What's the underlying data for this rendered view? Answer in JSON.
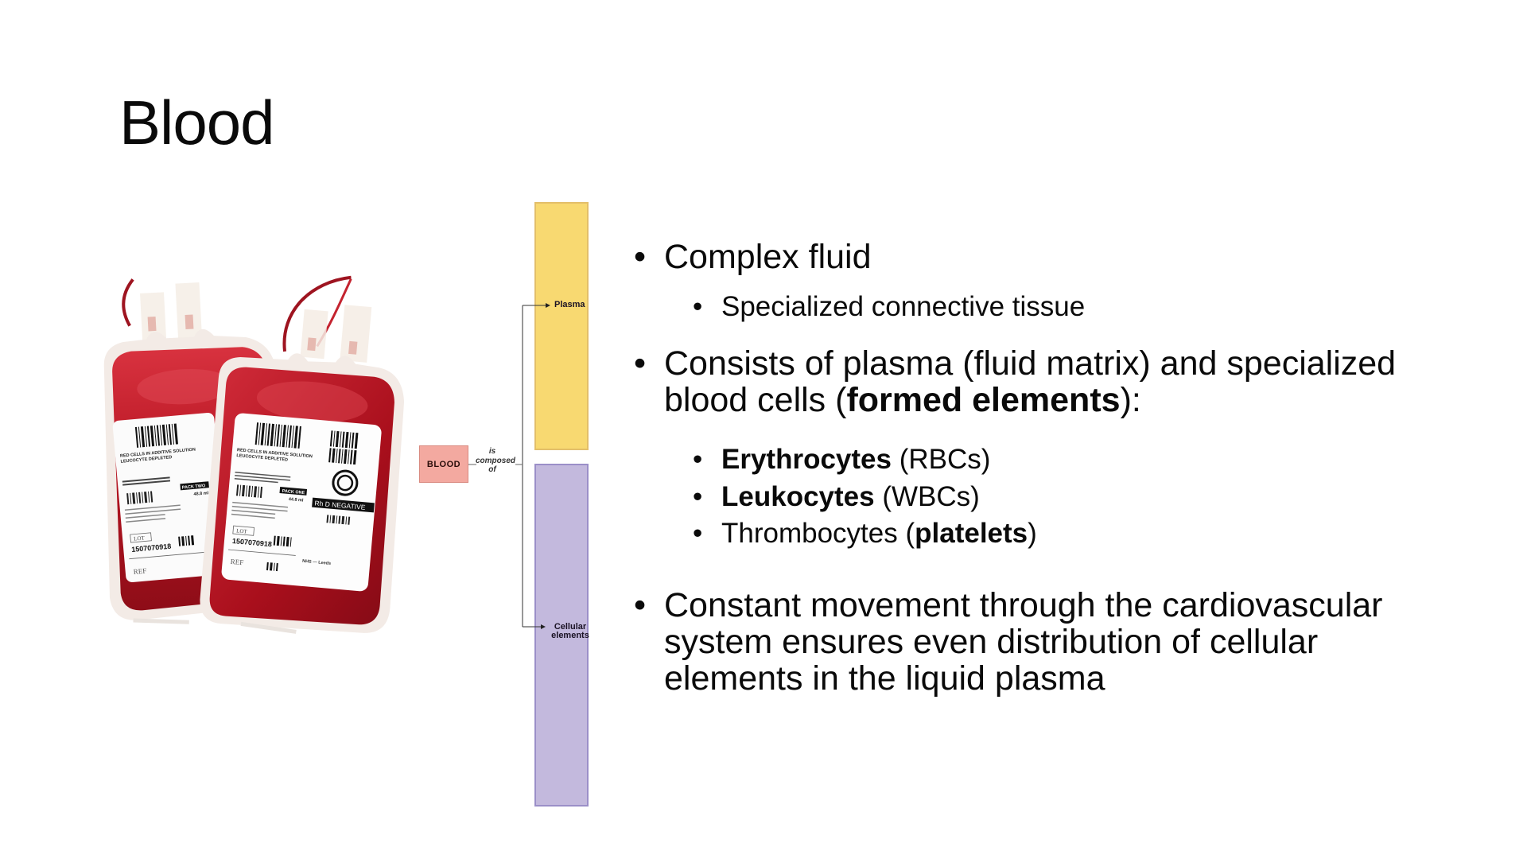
{
  "slide": {
    "title": "Blood",
    "bullets": {
      "complex_fluid": "Complex fluid",
      "specialized_tissue": "Specialized connective tissue",
      "consists_part1": "Consists of plasma (fluid matrix) and specialized blood cells (",
      "consists_bold": "formed elements",
      "consists_part2": "):",
      "erythrocytes_bold": "Erythrocytes",
      "erythrocytes_rest": " (RBCs)",
      "leukocytes_bold": "Leukocytes",
      "leukocytes_rest": " (WBCs)",
      "thrombocytes_text": "Thrombocytes (",
      "thrombocytes_bold": "platelets",
      "thrombocytes_close": ")",
      "constant_movement": "Constant movement through the cardiovascular system ensures even distribution of cellular elements in the liquid plasma"
    },
    "bullet_glyph": "•"
  },
  "diagram": {
    "blood_label": "BLOOD",
    "relation_label_lines": [
      "is",
      "composed",
      "of"
    ],
    "plasma_label": "Plasma",
    "cellular_label_lines": [
      "Cellular",
      "elements"
    ],
    "colors": {
      "plasma": "#f8d971",
      "cellular": "#c3b9dd",
      "blood_box": "#f3a9a0",
      "bag_red": "#b3121f"
    }
  },
  "photo": {
    "front_label": {
      "product": "RED CELLS IN ADDITIVE SOLUTION",
      "subtitle": "LEUCOCYTE DEPLETED",
      "pack": "PACK ONE",
      "volume": "44.8 ml",
      "group": "O",
      "rh": "Rh D NEGATIVE",
      "lot_label": "LOT",
      "lot_number": "1507070918",
      "ref_label": "REF",
      "site": "NHS — Leeds"
    },
    "back_label": {
      "product": "RED CELLS IN ADDITIVE SOLUTION",
      "subtitle": "LEUCOCYTE DEPLETED",
      "pack": "PACK TWO",
      "volume": "48.8 ml",
      "lot_label": "LOT",
      "lot_number": "1507070918",
      "ref_label": "REF"
    }
  }
}
